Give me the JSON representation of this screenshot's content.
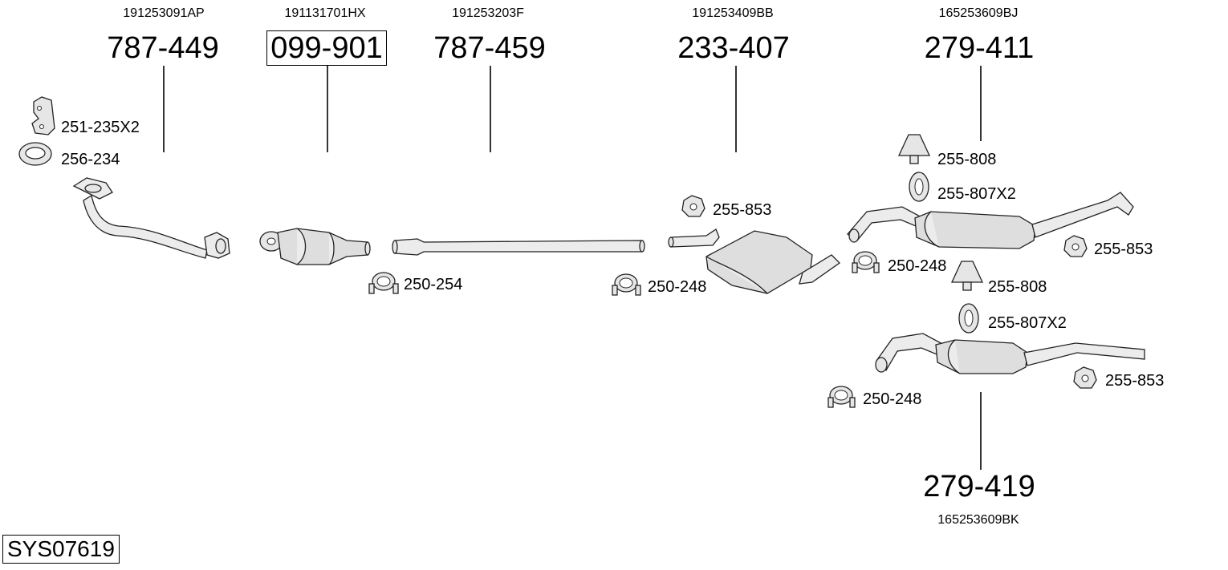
{
  "system_code": "SYS07619",
  "main_parts": [
    {
      "id": "front-pipe",
      "part_no": "787-449",
      "oem": "191253091AP",
      "boxed": false
    },
    {
      "id": "catalytic-converter",
      "part_no": "099-901",
      "oem": "191131701HX",
      "boxed": true
    },
    {
      "id": "intermediate-pipe",
      "part_no": "787-459",
      "oem": "191253203F",
      "boxed": false
    },
    {
      "id": "middle-silencer",
      "part_no": "233-407",
      "oem": "191253409BB",
      "boxed": false
    },
    {
      "id": "rear-silencer-upper",
      "part_no": "279-411",
      "oem": "165253609BJ",
      "boxed": false
    },
    {
      "id": "rear-silencer-lower",
      "part_no": "279-419",
      "oem": "165253609BK",
      "boxed": false
    }
  ],
  "accessories": [
    {
      "id": "acc-1",
      "label": "251-235X2",
      "icon": "bolt-plate-icon"
    },
    {
      "id": "acc-2",
      "label": "256-234",
      "icon": "gasket-ring-icon"
    },
    {
      "id": "acc-3",
      "label": "250-254",
      "icon": "clamp-icon"
    },
    {
      "id": "acc-4",
      "label": "250-248",
      "icon": "clamp-icon"
    },
    {
      "id": "acc-5",
      "label": "255-853",
      "icon": "rubber-mount-icon"
    },
    {
      "id": "acc-6",
      "label": "255-808",
      "icon": "rubber-hanger-icon"
    },
    {
      "id": "acc-7",
      "label": "255-807X2",
      "icon": "rubber-ring-icon"
    },
    {
      "id": "acc-8",
      "label": "250-248",
      "icon": "clamp-icon"
    },
    {
      "id": "acc-9",
      "label": "255-853",
      "icon": "rubber-mount-icon"
    },
    {
      "id": "acc-10",
      "label": "255-808",
      "icon": "rubber-hanger-icon"
    },
    {
      "id": "acc-11",
      "label": "255-807X2",
      "icon": "rubber-ring-icon"
    },
    {
      "id": "acc-12",
      "label": "250-248",
      "icon": "clamp-icon"
    },
    {
      "id": "acc-13",
      "label": "255-853",
      "icon": "rubber-mount-icon"
    }
  ]
}
